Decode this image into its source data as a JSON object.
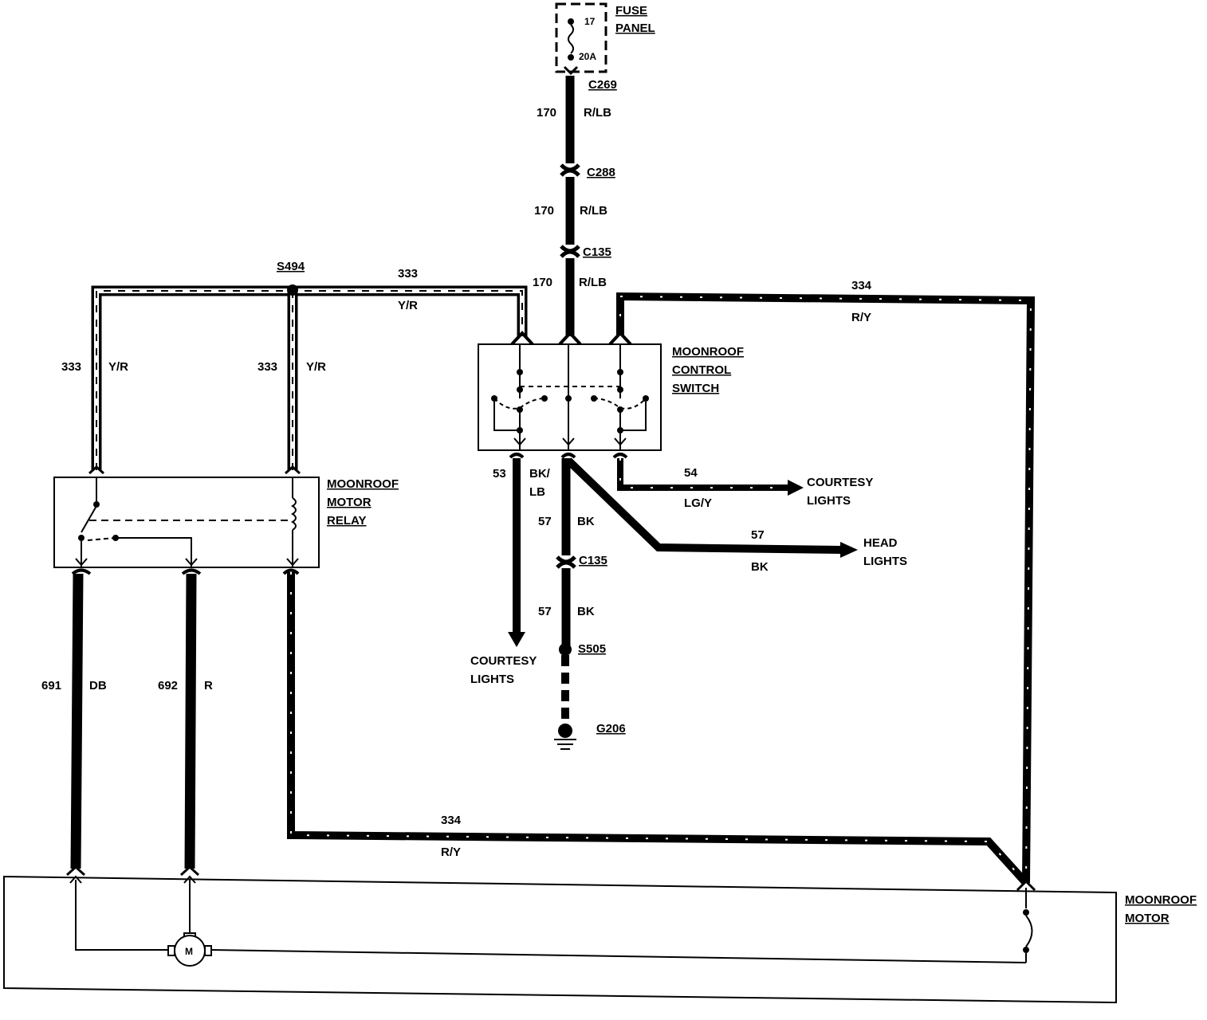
{
  "fuse_panel": {
    "label_line1": "FUSE",
    "label_line2": "PANEL",
    "fuse_number": "17",
    "fuse_rating": "20A"
  },
  "connectors": {
    "c269": "C269",
    "c288": "C288",
    "c135_upper": "C135",
    "c135_lower": "C135"
  },
  "splices": {
    "s494": "S494",
    "s505": "S505"
  },
  "ground": {
    "g206": "G206"
  },
  "components": {
    "control_switch": {
      "line1": "MOONROOF",
      "line2": "CONTROL",
      "line3": "SWITCH"
    },
    "motor_relay": {
      "line1": "MOONROOF",
      "line2": "MOTOR",
      "line3": "RELAY"
    },
    "moonroof_motor": {
      "line1": "MOONROOF",
      "line2": "MOTOR",
      "motor_symbol": "M"
    }
  },
  "wires": {
    "w170_a": {
      "circuit": "170",
      "color": "R/LB"
    },
    "w170_b": {
      "circuit": "170",
      "color": "R/LB"
    },
    "w170_c": {
      "circuit": "170",
      "color": "R/LB"
    },
    "w333_top": {
      "circuit": "333",
      "color": "Y/R"
    },
    "w333_left": {
      "circuit": "333",
      "color": "Y/R"
    },
    "w333_mid": {
      "circuit": "333",
      "color": "Y/R"
    },
    "w334_top": {
      "circuit": "334",
      "color": "R/Y"
    },
    "w334_bottom": {
      "circuit": "334",
      "color": "R/Y"
    },
    "w53": {
      "circuit": "53",
      "color_line1": "BK/",
      "color_line2": "LB"
    },
    "w54": {
      "circuit": "54",
      "color": "LG/Y"
    },
    "w57_a": {
      "circuit": "57",
      "color": "BK"
    },
    "w57_b": {
      "circuit": "57",
      "color": "BK"
    },
    "w57_head": {
      "circuit": "57",
      "color": "BK"
    },
    "w691": {
      "circuit": "691",
      "color": "DB"
    },
    "w692": {
      "circuit": "692",
      "color": "R"
    }
  },
  "destinations": {
    "courtesy_right": {
      "line1": "COURTESY",
      "line2": "LIGHTS"
    },
    "head": {
      "line1": "HEAD",
      "line2": "LIGHTS"
    },
    "courtesy_bottom": {
      "line1": "COURTESY",
      "line2": "LIGHTS"
    }
  }
}
